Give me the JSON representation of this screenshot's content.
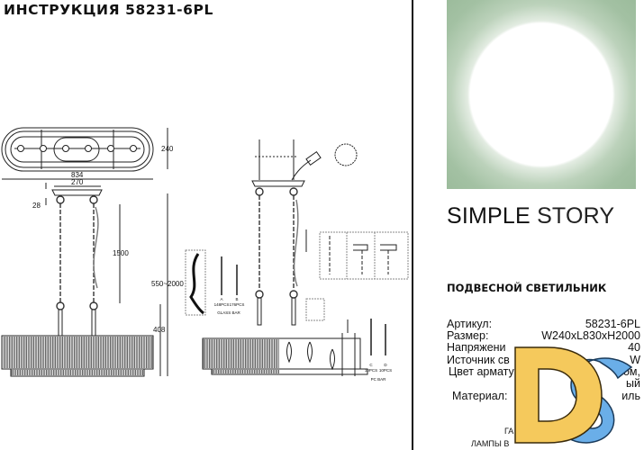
{
  "document": {
    "title": "ИНСТРУКЦИЯ 58231-6PL"
  },
  "drawing": {
    "dimensions": {
      "depth": "240",
      "length": "834",
      "canopy_width": "270",
      "canopy_height": "28",
      "chain_length": "1500",
      "height_range": "550~2000",
      "shade_height": "408"
    },
    "parts": {
      "glass_bar_a": "A",
      "glass_bar_a_qty": "148PCS",
      "glass_bar_b": "B",
      "glass_bar_b_qty": "176PCS",
      "glass_bar_label": "GLASS BAR",
      "pc_bar_c": "C",
      "pc_bar_c_qty": "10PCS",
      "pc_bar_d": "D",
      "pc_bar_d_qty": "10PCS",
      "pc_bar_label": "PC BAR"
    }
  },
  "brand": {
    "name_bold": "SIMPLE",
    "name_light": "STORY",
    "logo_color": "#9bbb9b"
  },
  "product": {
    "heading": "ПОДВЕСНОЙ СВЕТИЛЬНИК",
    "specs": [
      {
        "label": "Артикул:",
        "value": "58231-6PL"
      },
      {
        "label": "Размер:",
        "value": "W240xL830xH2000"
      },
      {
        "label": "Напряжени",
        "value": "40"
      },
      {
        "label": "Источник св",
        "value": "W"
      },
      {
        "label": "Цвет армату",
        "value": "ом,"
      },
      {
        "label": "",
        "value": "ый"
      },
      {
        "label": "Материал:",
        "value": "иль"
      }
    ],
    "footer_line1": "ГА",
    "footer_line2": "ЛАМПЫ В"
  },
  "watermark": {
    "letters": "DS",
    "color_d": "#f5c95c",
    "color_s": "#6aaee8"
  }
}
